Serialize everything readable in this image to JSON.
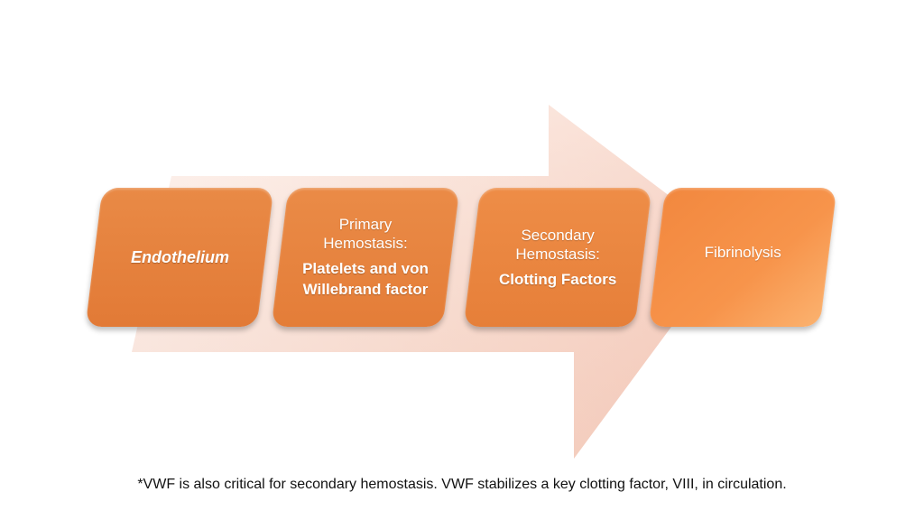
{
  "colors": {
    "arrow_fill": "#f7d3c7",
    "box_fill": "#e27a36",
    "box_fill_light": "#fbb26f",
    "text": "#ffffff"
  },
  "steps": [
    {
      "heading": "",
      "emphasis": "Endothelium"
    },
    {
      "heading": "Primary Hemostasis:",
      "emphasis": "Platelets and von Willebrand factor"
    },
    {
      "heading": "Secondary Hemostasis:",
      "emphasis": "Clotting Factors"
    },
    {
      "heading": "Fibrinolysis",
      "emphasis": ""
    }
  ],
  "footnote": "*VWF is also critical for secondary hemostasis. VWF stabilizes a key clotting factor, VIII, in circulation."
}
